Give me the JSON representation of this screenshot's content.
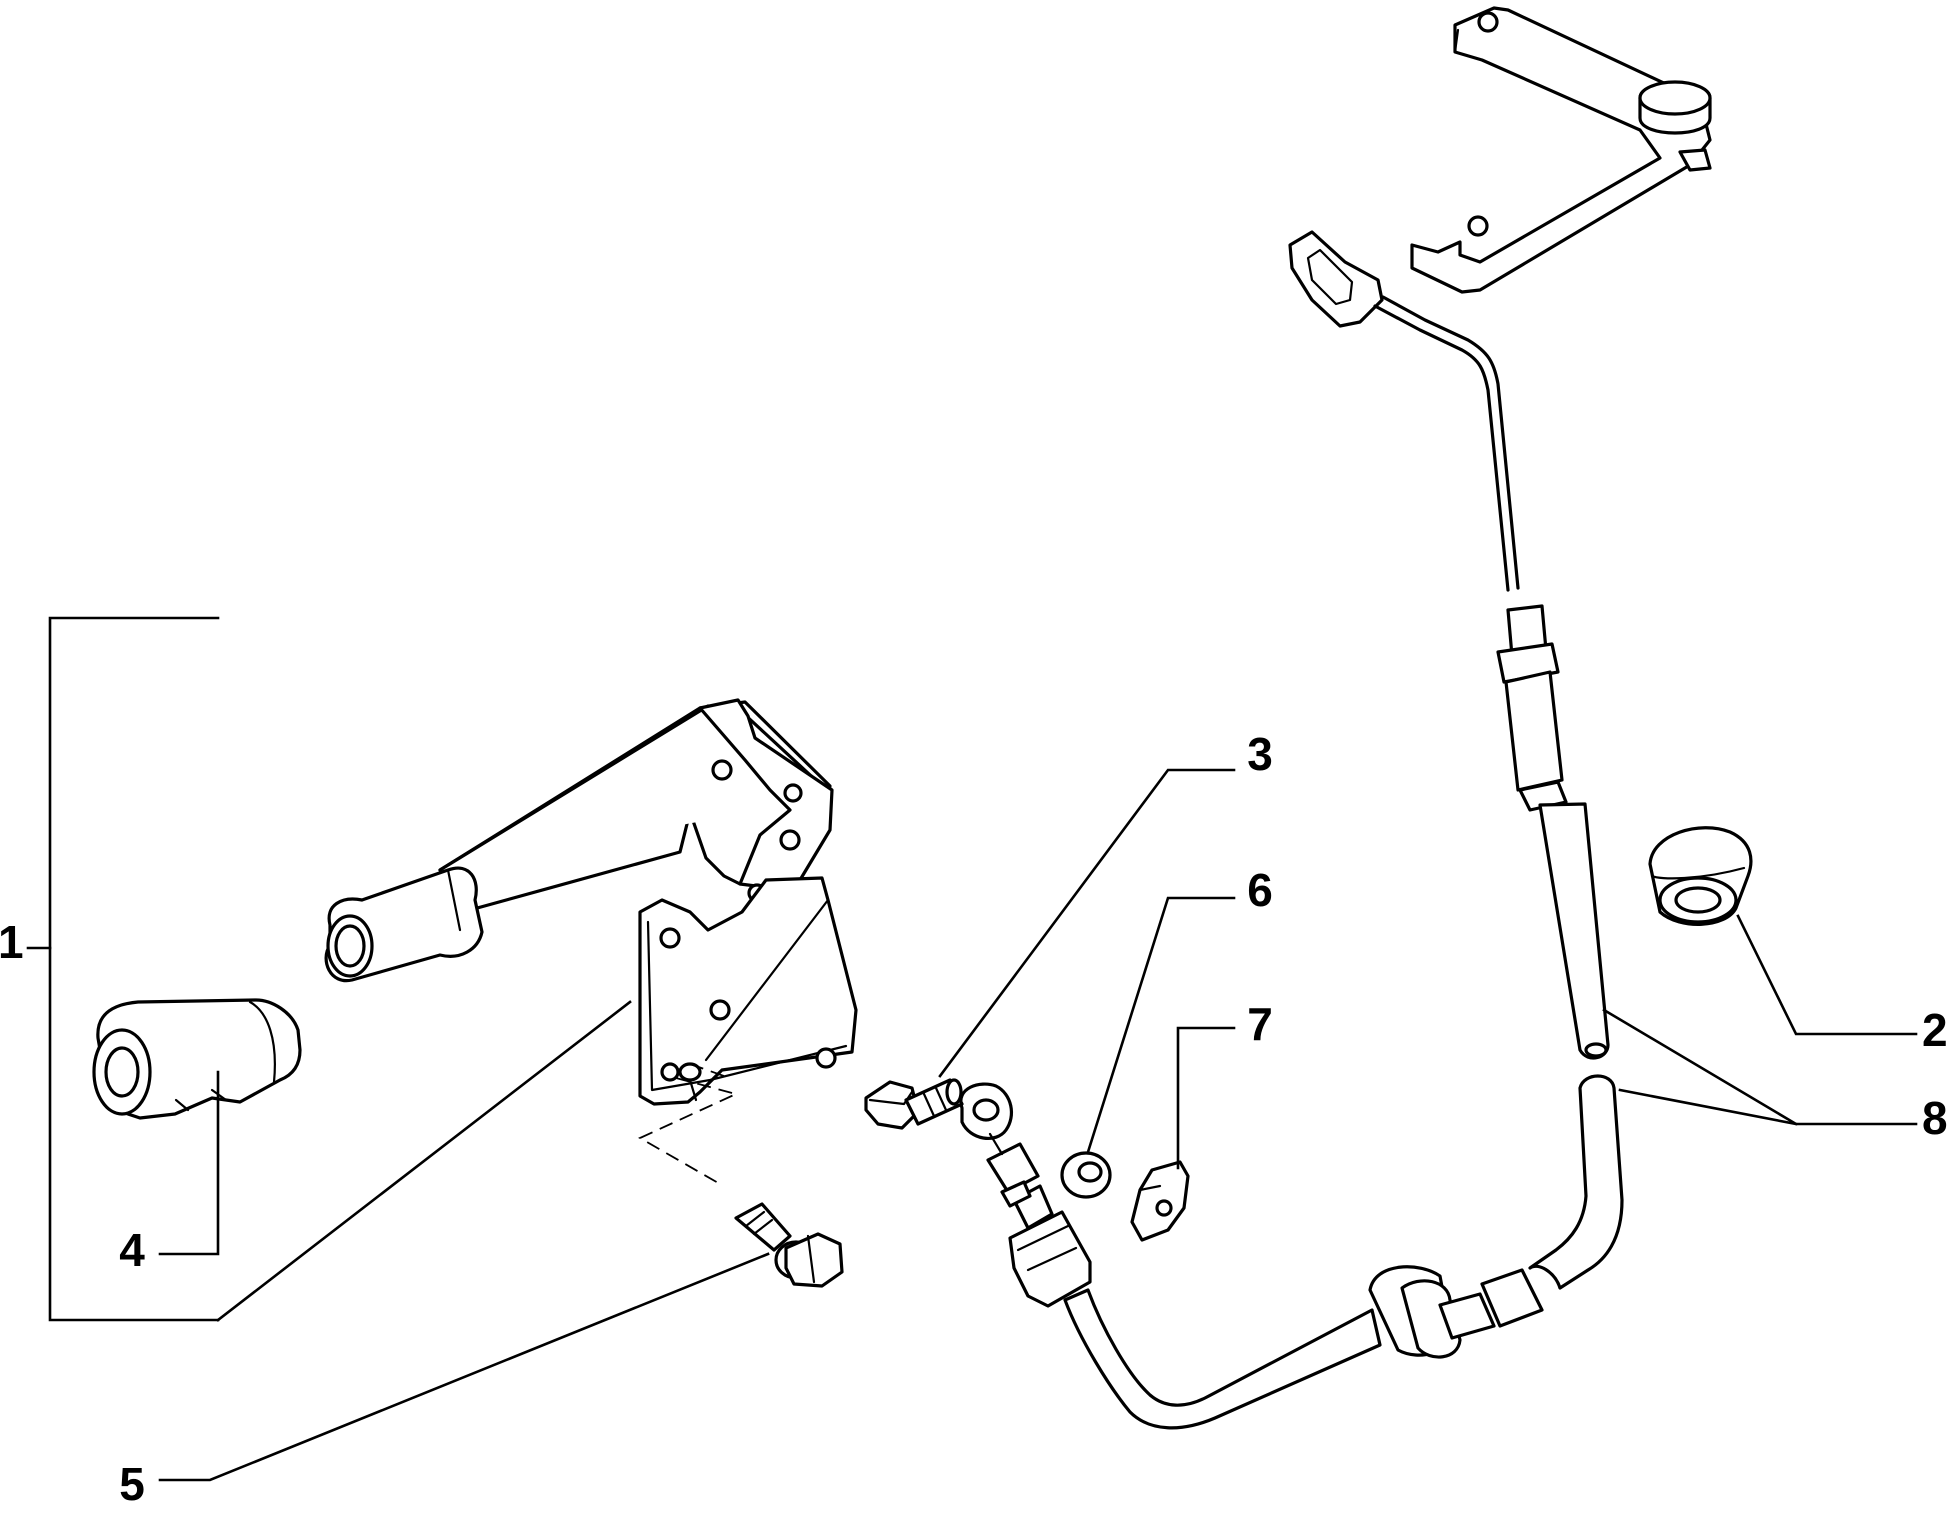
{
  "callouts": [
    {
      "id": "1",
      "label": "1"
    },
    {
      "id": "2",
      "label": "2"
    },
    {
      "id": "3",
      "label": "3"
    },
    {
      "id": "4",
      "label": "4"
    },
    {
      "id": "5",
      "label": "5"
    },
    {
      "id": "6",
      "label": "6"
    },
    {
      "id": "7",
      "label": "7"
    },
    {
      "id": "8",
      "label": "8"
    }
  ],
  "colors": {
    "line": "#000000",
    "background": "#ffffff"
  }
}
